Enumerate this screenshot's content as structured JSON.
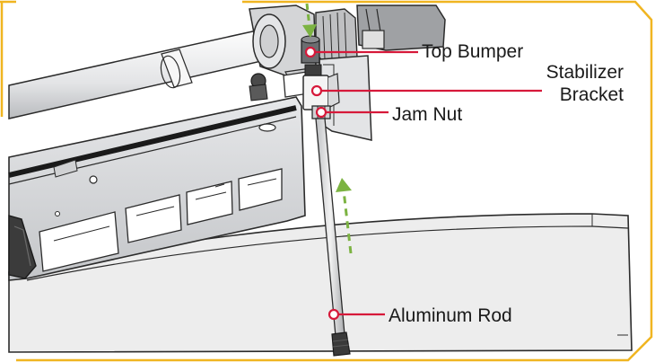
{
  "callouts": {
    "top_bumper": "Top Bumper",
    "stabilizer_bracket_line1": "Stabilizer",
    "stabilizer_bracket_line2": "Bracket",
    "jam_nut": "Jam Nut",
    "aluminum_rod": "Aluminum Rod"
  },
  "colors": {
    "frame_accent": "#f0b521",
    "callout_line": "#d6193a",
    "motion_arrow": "#7cb342",
    "line_art": "#2b2b2b",
    "metal_fill": "#d9dadc",
    "base_fill": "#ececec"
  },
  "icons": {
    "motion": "dashed-arrow-up-icon",
    "motion_down": "dashed-arrow-down-icon"
  }
}
